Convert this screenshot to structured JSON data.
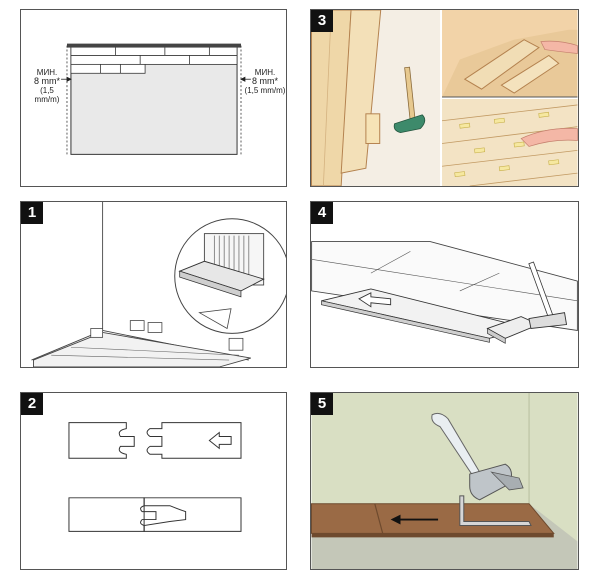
{
  "steps": {
    "s1": "1",
    "s2": "2",
    "s3": "3",
    "s4": "4",
    "s5": "5"
  },
  "gap_left": {
    "word": "МИН.",
    "value": "8 mm*",
    "sub": "(1,5 mm/m)"
  },
  "gap_right": {
    "word": "МИН.",
    "value": "8 mm*",
    "sub": "(1,5 mm/m)"
  },
  "colors": {
    "wood": "#efd7a8",
    "wood_dark": "#b4824f",
    "hammer_head": "#3d8a6b",
    "wall_green": "#d9dfc3",
    "floor_brown": "#9a6a45",
    "skin": "#f4b7a6",
    "spacer_yellow": "#f6e8a0"
  }
}
